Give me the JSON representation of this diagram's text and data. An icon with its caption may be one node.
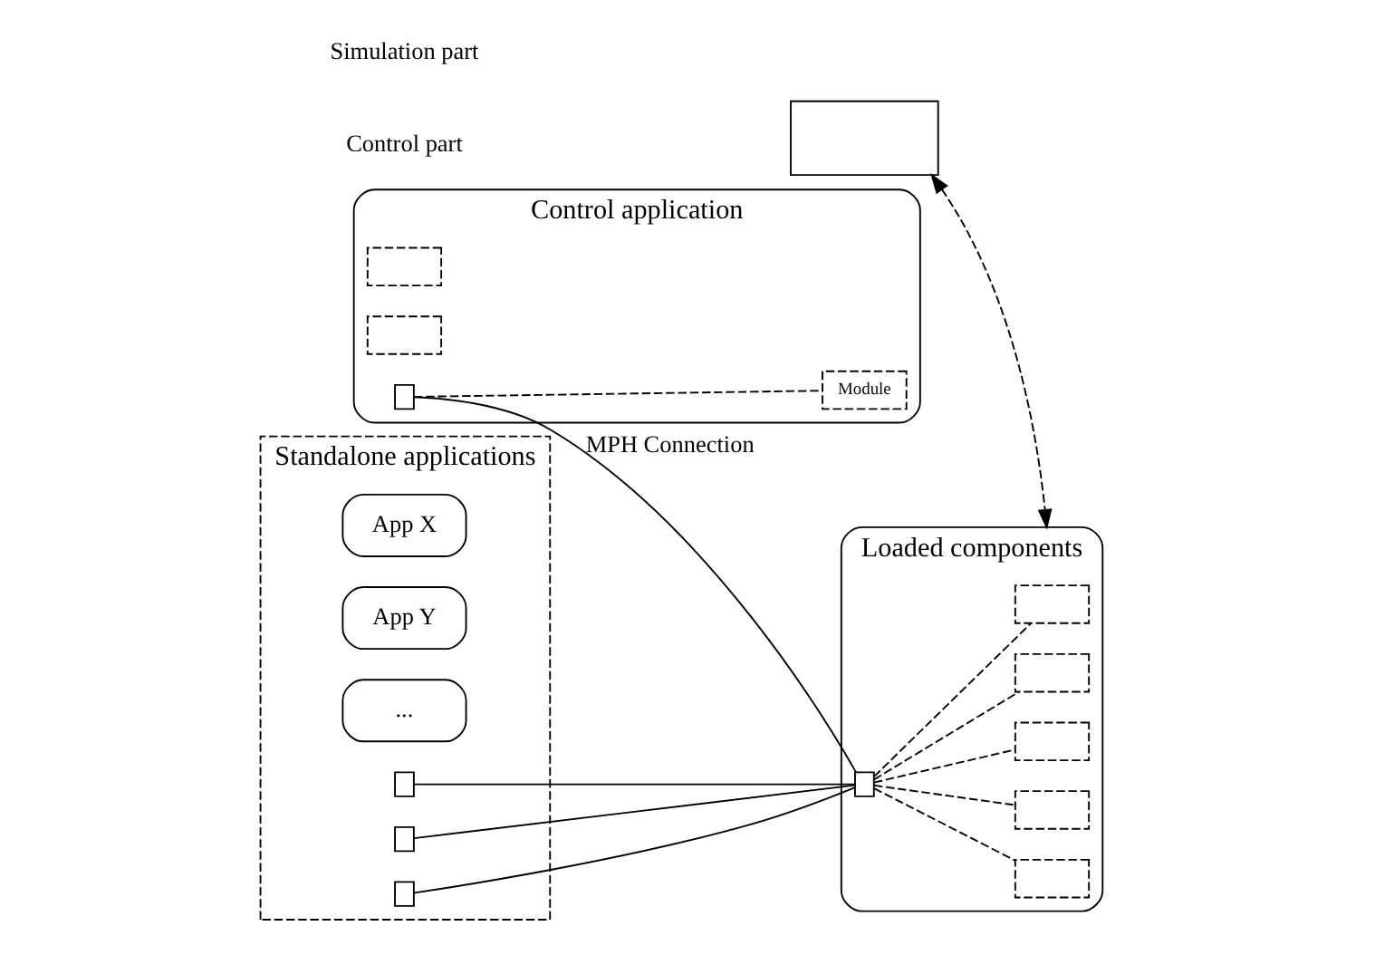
{
  "diagram": {
    "nodes": [
      {
        "text": [],
        "shape": "box"
      },
      {
        "text": [
          "Control application"
        ]
      },
      {
        "text": [],
        "shape": "box",
        "in": 1
      },
      {
        "text": [],
        "shape": "box",
        "in": 1
      },
      {
        "text": [
          "Module"
        ],
        "in": 1
      },
      {
        "text": [],
        "shape": "box",
        "in": 1
      },
      {
        "text": [
          "Loaded components"
        ]
      },
      {
        "text": [],
        "shape": "box",
        "in": 6
      },
      {
        "text": [],
        "shape": "box",
        "in": 6
      },
      {
        "text": [],
        "shape": "box",
        "in": 6
      },
      {
        "text": [],
        "shape": "box",
        "in": 6
      },
      {
        "text": [],
        "shape": "box",
        "in": 6
      },
      {
        "text": [],
        "shape": "box",
        "in": 6
      },
      {
        "text": [
          "Standalone applications"
        ]
      },
      {
        "text": [
          "App X"
        ],
        "in": 13
      },
      {
        "text": [
          "App Y"
        ],
        "in": 13
      },
      {
        "text": [
          "..."
        ],
        "in": 13
      },
      {
        "text": [],
        "shape": "box",
        "in": 13
      },
      {
        "text": [],
        "shape": "box",
        "in": 13
      },
      {
        "text": [],
        "shape": "box",
        "in": 13
      }
    ],
    "edges": [
      {
        "from": 0,
        "to": 6,
        "arrow": "both",
        "style": "dashed"
      },
      {
        "from": 5,
        "to": 4,
        "arrow": "none",
        "style": "dashed"
      },
      {
        "from": 5,
        "to": 7,
        "arrow": "none",
        "label": "MPH Connection"
      },
      {
        "from": 17,
        "to": 7,
        "arrow": "none"
      },
      {
        "from": 18,
        "to": 7,
        "arrow": "none"
      },
      {
        "from": 19,
        "to": 7,
        "arrow": "none"
      },
      {
        "from": 7,
        "to": 8,
        "arrow": "none",
        "style": "dashed"
      },
      {
        "from": 7,
        "to": 9,
        "arrow": "none",
        "style": "dashed"
      },
      {
        "from": 7,
        "to": 10,
        "arrow": "none",
        "style": "dashed"
      },
      {
        "from": 7,
        "to": 11,
        "arrow": "none",
        "style": "dashed"
      },
      {
        "from": 7,
        "to": 12,
        "arrow": "none",
        "style": "dashed"
      }
    ],
    "labels": [
      "Control part",
      "Simulation part"
    ]
  }
}
